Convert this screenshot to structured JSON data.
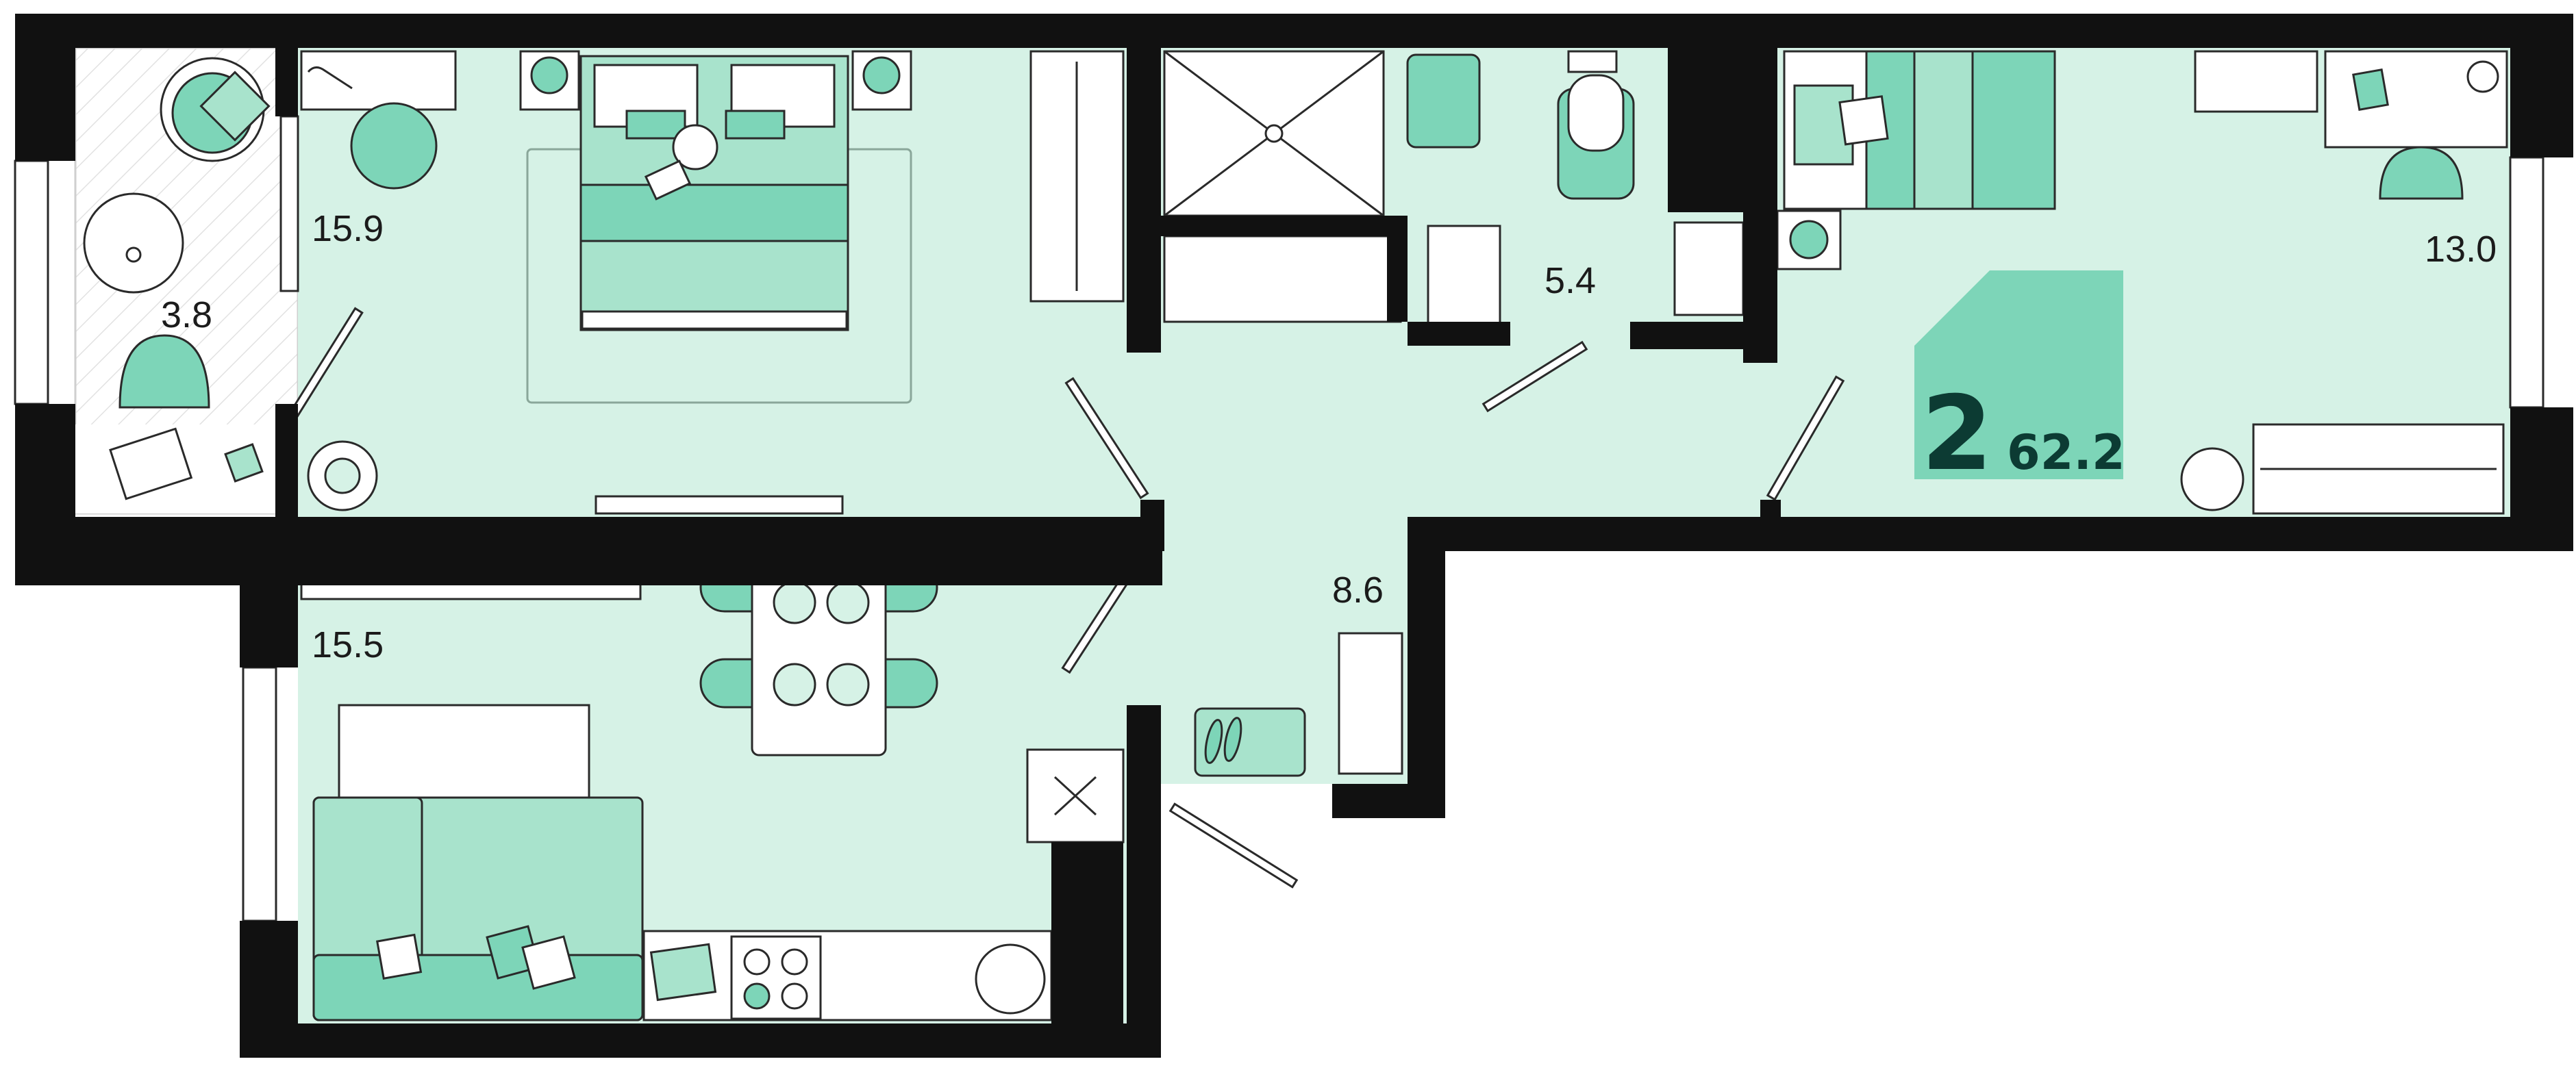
{
  "rooms": [
    {
      "id": "loggia",
      "area": "3.8"
    },
    {
      "id": "bedroom",
      "area": "15.9"
    },
    {
      "id": "bathroom",
      "area": "5.4"
    },
    {
      "id": "kids-room",
      "area": "13.0"
    },
    {
      "id": "hallway",
      "area": "8.6"
    },
    {
      "id": "kitchen-living",
      "area": "15.5"
    }
  ],
  "badge": {
    "rooms": "2",
    "total_area": "62.2"
  },
  "colors": {
    "wall": "#111111",
    "floor": "#d6f2e6",
    "furniture": "#7dd5b8",
    "furniture_light": "#a8e3cc",
    "badge_bg": "#7dd5b8",
    "badge_text": "#0c3b33"
  }
}
